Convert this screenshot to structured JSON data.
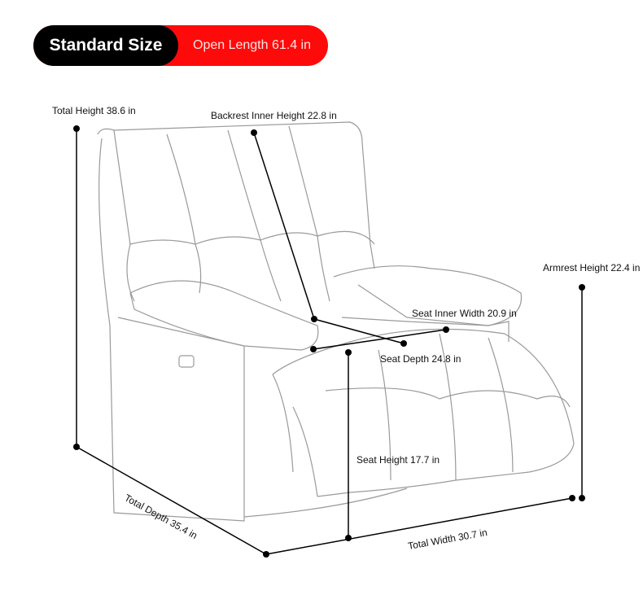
{
  "badge": {
    "size_label": "Standard Size",
    "open_length": "Open Length 61.4 in",
    "accent": "#ff0a0a"
  },
  "dimensions": {
    "total_height": "Total Height 38.6 in",
    "backrest_inner_height": "Backrest Inner Height 22.8 in",
    "armrest_height": "Armrest Height 22.4 in",
    "seat_inner_width": "Seat Inner Width 20.9 in",
    "seat_depth": "Seat Depth 24.8 in",
    "seat_height": "Seat Height 17.7 in",
    "total_depth": "Total Depth 35.4 in",
    "total_width": "Total Width 30.7 in"
  }
}
